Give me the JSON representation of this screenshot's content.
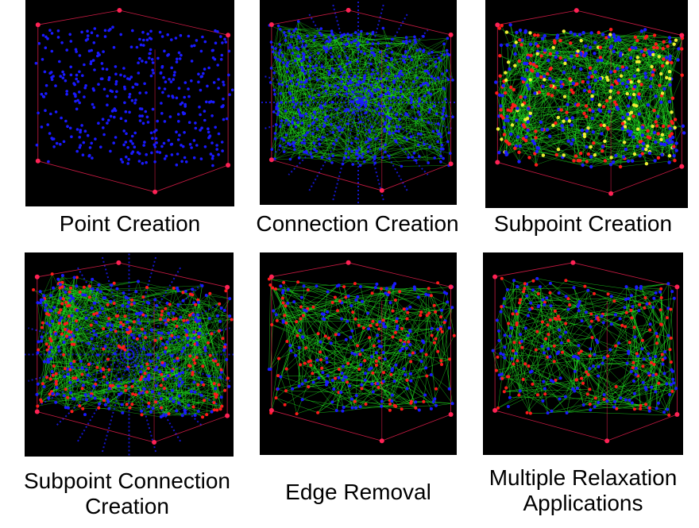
{
  "colors": {
    "background": "#000000",
    "mesh_line": "#22ee22",
    "point": "#1a1aff",
    "subpoint": "#ff1a1a",
    "highlight": "#eeee33",
    "boundary": "#ff2255"
  },
  "panels": [
    {
      "stage": "point-creation",
      "caption_lines": [
        "Point Creation"
      ]
    },
    {
      "stage": "connection-creation",
      "caption_lines": [
        "Connection Creation"
      ]
    },
    {
      "stage": "subpoint-creation",
      "caption_lines": [
        "Subpoint Creation"
      ]
    },
    {
      "stage": "subpoint-connection-creation",
      "caption_lines": [
        "Subpoint Connection",
        "Creation"
      ]
    },
    {
      "stage": "edge-removal",
      "caption_lines": [
        "Edge Removal"
      ]
    },
    {
      "stage": "multiple-relaxation-applications",
      "caption_lines": [
        "Multiple Relaxation",
        "Applications"
      ]
    }
  ]
}
